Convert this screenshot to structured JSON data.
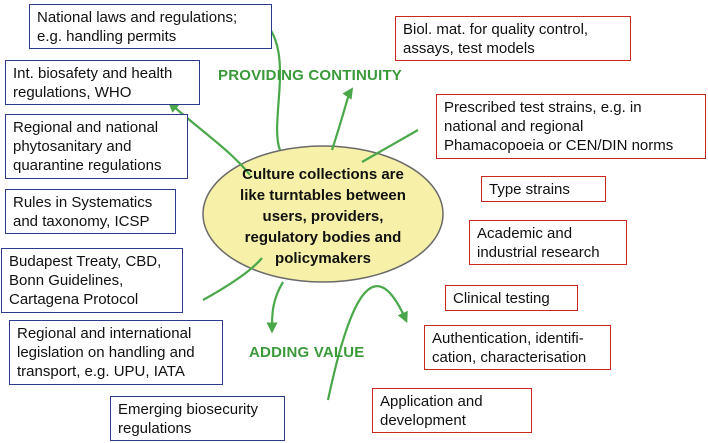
{
  "colors": {
    "blue_border": "#2b3a8c",
    "red_border": "#c8281e",
    "arrow_green": "#4aa84a",
    "heading_green": "#3a9a3a",
    "ellipse_fill": "#f6f0a8",
    "ellipse_stroke": "#6a6a6a"
  },
  "center": {
    "text": "Culture collections are\nlike turntables between\nusers, providers,\nregulatory bodies and\npolicymakers"
  },
  "headings": {
    "top": "PROVIDING CONTINUITY",
    "bottom": "ADDING VALUE"
  },
  "left_boxes": [
    "National laws and regulations;\ne.g. handling permits",
    "Int. biosafety and health\nregulations, WHO",
    "Regional and national\nphytosanitary and\nquarantine regulations",
    "Rules in Systematics\nand taxonomy, ICSP",
    "Budapest Treaty, CBD,\nBonn Guidelines,\nCartagena Protocol",
    "Regional and international\nlegislation on handling and\ntransport, e.g. UPU, IATA",
    "Emerging biosecurity\nregulations"
  ],
  "right_boxes": [
    "Biol. mat. for quality control,\nassays, test models",
    "Prescribed test strains, e.g. in\nnational and regional\nPhamacopoeia or CEN/DIN norms",
    "Type strains",
    "Academic and\nindustrial research",
    "Clinical testing",
    "Authentication, identifi-\ncation, characterisation",
    "Application and\ndevelopment"
  ]
}
